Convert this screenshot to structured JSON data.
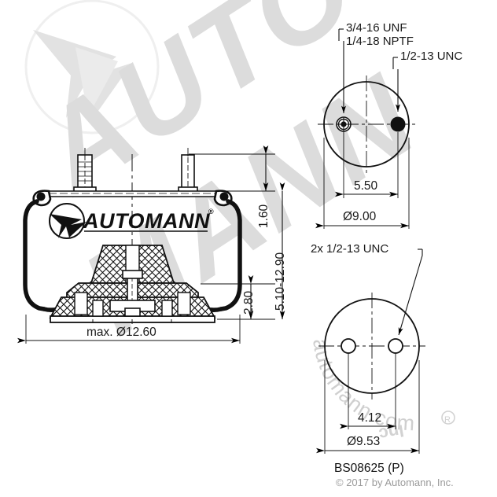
{
  "drawing": {
    "part_number": "BS08625 (P)",
    "copyright": "© 2017 by Automann, Inc.",
    "brand": "AUTOMANN",
    "brand_suffix": "®",
    "watermark_text": "AUTOMANN",
    "watermark_url": "automann.com",
    "watermark_mark": "Inc ®"
  },
  "main_view": {
    "width_dim": "max. Ø12.60",
    "height_total_dim": "5.10-12.90",
    "height_top_dim": "1.60",
    "height_bottom_dim": "2.80"
  },
  "top_view": {
    "callout_1_line_1": "3/4-16 UNF",
    "callout_1_line_2": "1/4-18 NPTF",
    "callout_2": "1/2-13 UNC",
    "bolt_circle_dim": "5.50",
    "outer_dim": "Ø9.00"
  },
  "bottom_view": {
    "callout": "2x 1/2-13 UNC",
    "bolt_circle_dim": "4.12",
    "outer_dim": "Ø9.53"
  },
  "colors": {
    "line": "#000000",
    "watermark": "#d6d6d6",
    "watermark_light": "#e6e6e6",
    "copyright_text": "#9a9a9a",
    "background": "#ffffff"
  }
}
